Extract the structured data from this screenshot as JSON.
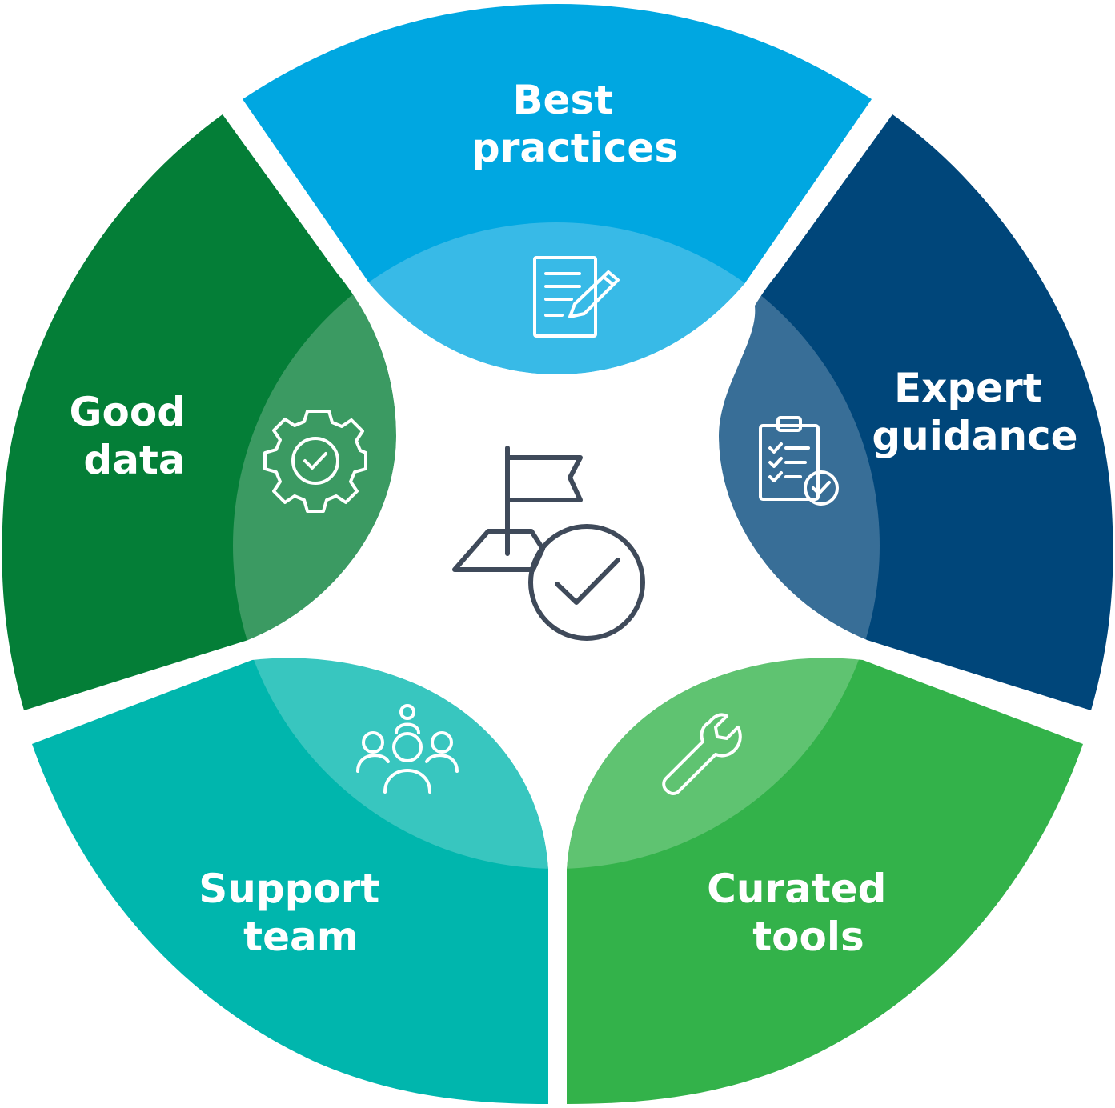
{
  "diagram": {
    "segments": [
      {
        "id": "best-practices",
        "label_lines": [
          "Best",
          "practices"
        ],
        "color": "#00a7e1",
        "icon": "document-pencil-icon"
      },
      {
        "id": "expert-guidance",
        "label_lines": [
          "Expert",
          "guidance"
        ],
        "color": "#00467a",
        "icon": "clipboard-checklist-icon"
      },
      {
        "id": "curated-tools",
        "label_lines": [
          "Curated",
          "tools"
        ],
        "color": "#33b24a",
        "icon": "wrench-icon"
      },
      {
        "id": "support-team",
        "label_lines": [
          "Support",
          "team"
        ],
        "color": "#00b6ad",
        "icon": "people-group-icon"
      },
      {
        "id": "good-data",
        "label_lines": [
          "Good",
          "data"
        ],
        "color": "#047e37",
        "icon": "gear-check-icon"
      }
    ],
    "inner_ring_color": "#ffffff",
    "center_icon": "flag-check-icon",
    "center_icon_color": "#3f4a5a"
  }
}
